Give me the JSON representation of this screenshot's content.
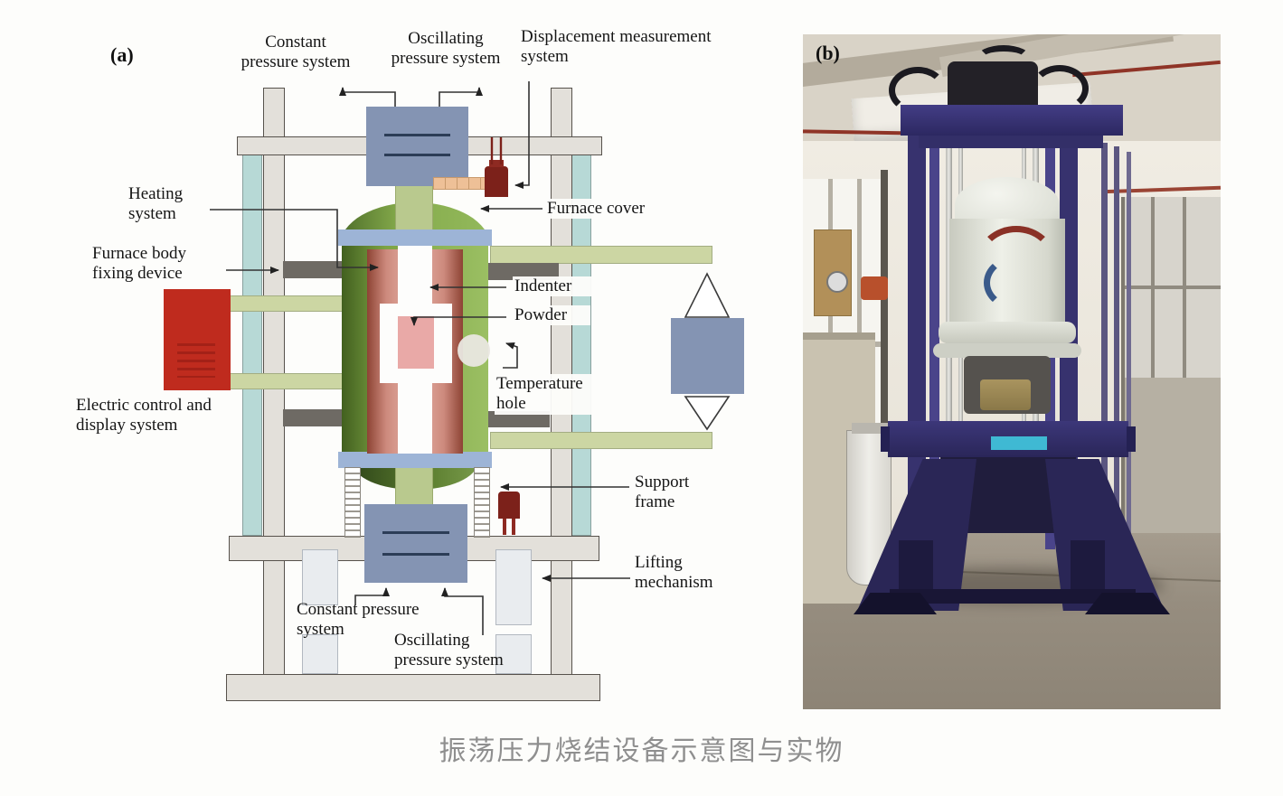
{
  "figure": {
    "panel_a_tag": "(a)",
    "panel_b_tag": "(b)",
    "caption": "振荡压力烧结设备示意图与实物"
  },
  "diagram_labels": {
    "constant_pressure_top": "Constant\npressure system",
    "oscillating_pressure_top": "Oscillating\npressure system",
    "displacement_measurement": "Displacement measurement\nsystem",
    "heating_system": "Heating\nsystem",
    "furnace_body_fixing_device": "Furnace body\nfixing device",
    "furnace_cover": "Furnace cover",
    "indenter": "Indenter",
    "powder": "Powder",
    "temperature_hole": "Temperature\nhole",
    "electric_control": "Electric control and\ndisplay system",
    "support_frame": "Support\nframe",
    "lifting_mechanism": "Lifting\nmechanism",
    "constant_pressure_bottom": "Constant pressure\nsystem",
    "oscillating_pressure_bottom": "Oscillating\npressure system"
  },
  "colors": {
    "furnace_green": "#7da344",
    "actuator_blue": "#8494b3",
    "lid_band_blue": "#9db4d6",
    "heater_red": "#b45241",
    "powder_pink": "#e9a9a7",
    "control_box_red": "#bf2b1e",
    "frame_gray": "#e3e0da",
    "column_teal": "#b7d9d6",
    "beam_green": "#ccd6a3",
    "sensor_dark_red": "#7c211a",
    "pipe_orange": "#eec097",
    "machine_navy": "#37326e",
    "caption_gray": "#8f8f8f"
  }
}
